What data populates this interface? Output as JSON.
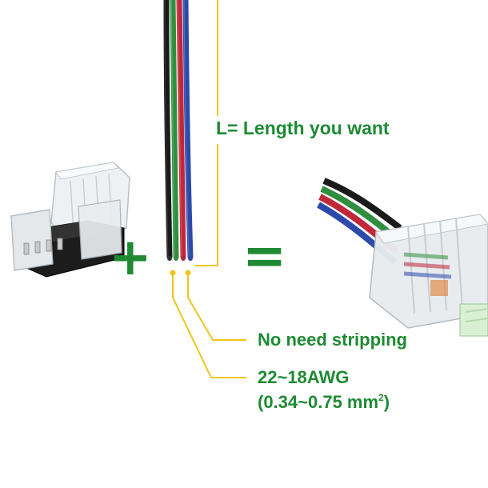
{
  "labels": {
    "length": "L= Length you want",
    "stripping": "No need stripping",
    "awg": "22~18AWG",
    "area_prefix": "(0.34~0.75 mm",
    "area_sup": "2",
    "area_suffix": ")"
  },
  "symbols": {
    "plus": "+",
    "equals": "="
  },
  "colors": {
    "text_green": "#1e8a33",
    "callout_yellow": "#f0c419",
    "wire_black": "#1a1a1a",
    "wire_green": "#2f8f3f",
    "wire_red": "#c0283a",
    "wire_blue": "#2c4aa8"
  }
}
